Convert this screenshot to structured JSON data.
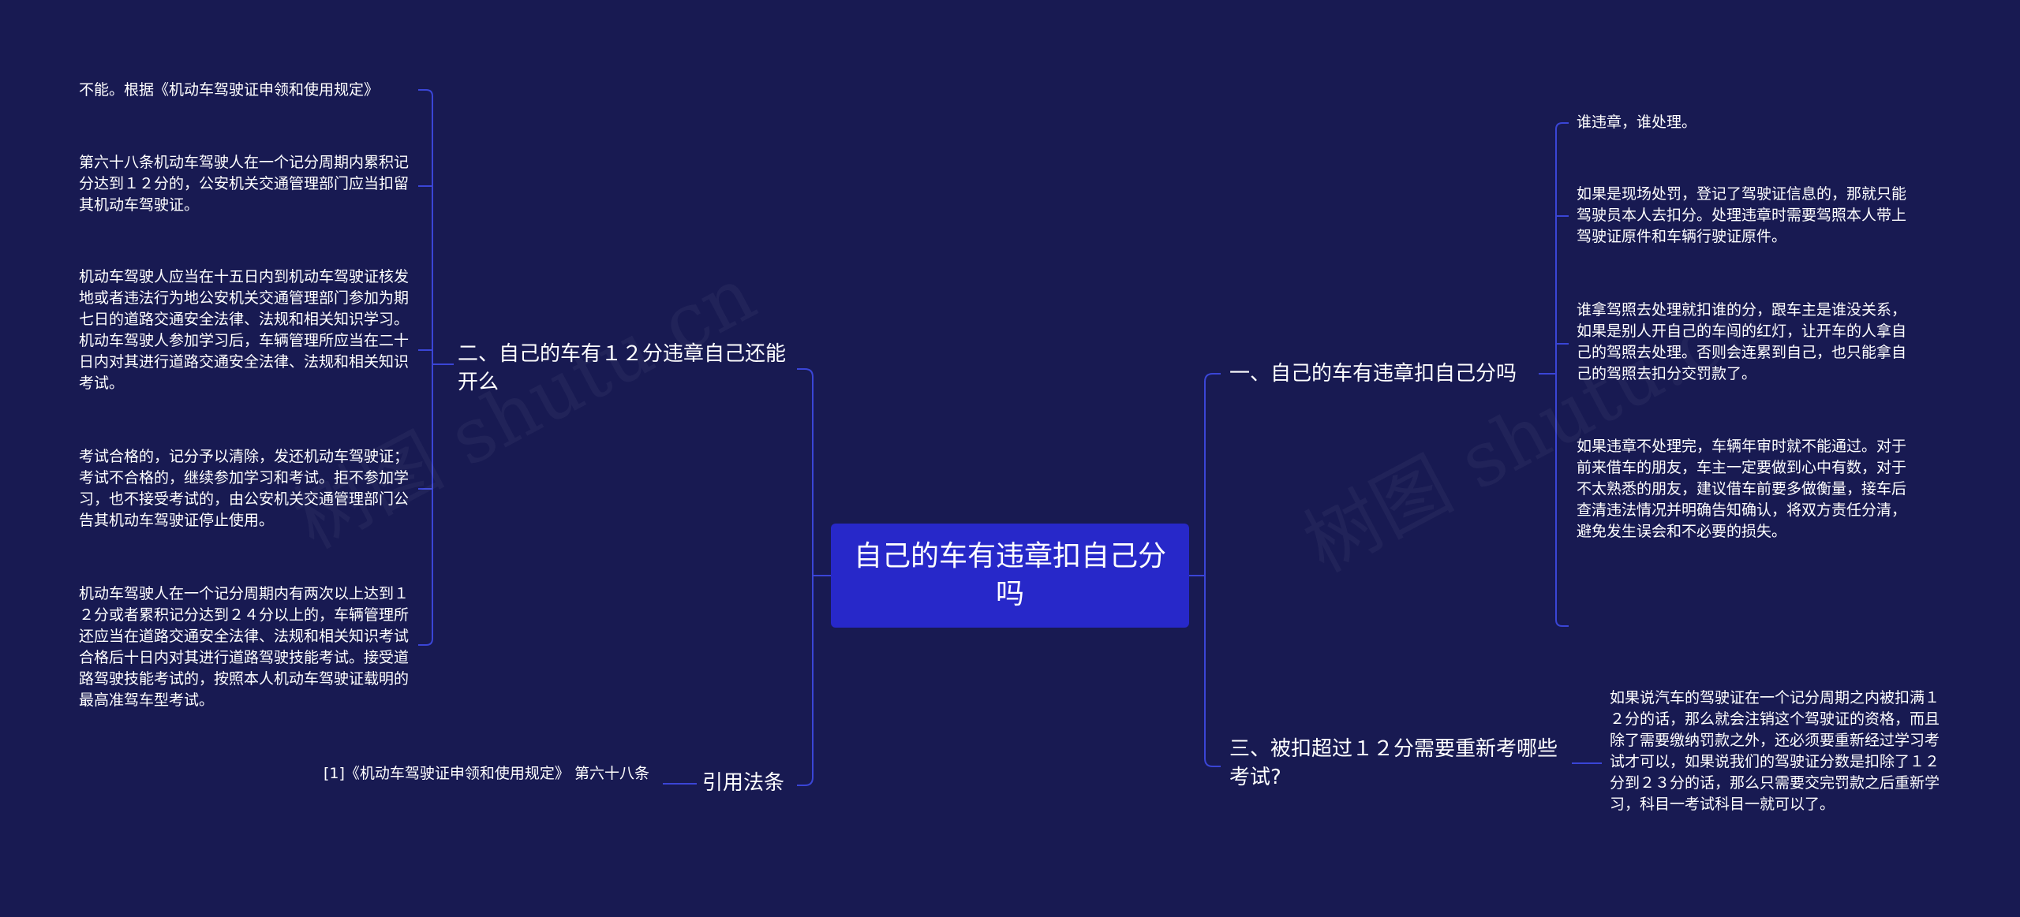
{
  "root": {
    "label": "自己的车有违章扣自己分吗"
  },
  "left": {
    "b2": {
      "label": "二、自己的车有１２分违章自己还能开么",
      "leaves": [
        "不能。根据《机动车驾驶证申领和使用规定》",
        "第六十八条机动车驾驶人在一个记分周期内累积记分达到１２分的，公安机关交通管理部门应当扣留其机动车驾驶证。",
        "机动车驾驶人应当在十五日内到机动车驾驶证核发地或者违法行为地公安机关交通管理部门参加为期七日的道路交通安全法律、法规和相关知识学习。机动车驾驶人参加学习后，车辆管理所应当在二十日内对其进行道路交通安全法律、法规和相关知识考试。",
        "考试合格的，记分予以清除，发还机动车驾驶证；考试不合格的，继续参加学习和考试。拒不参加学习，也不接受考试的，由公安机关交通管理部门公告其机动车驾驶证停止使用。",
        "机动车驾驶人在一个记分周期内有两次以上达到１２分或者累积记分达到２４分以上的，车辆管理所还应当在道路交通安全法律、法规和相关知识考试合格后十日内对其进行道路驾驶技能考试。接受道路驾驶技能考试的，按照本人机动车驾驶证载明的最高准驾车型考试。"
      ]
    },
    "ref": {
      "label": "引用法条",
      "leaves": [
        "[1]《机动车驾驶证申领和使用规定》 第六十八条"
      ]
    }
  },
  "right": {
    "b1": {
      "label": "一、自己的车有违章扣自己分吗",
      "leaves": [
        "谁违章，谁处理。",
        "如果是现场处罚，登记了驾驶证信息的，那就只能驾驶员本人去扣分。处理违章时需要驾照本人带上驾驶证原件和车辆行驶证原件。",
        "谁拿驾照去处理就扣谁的分，跟车主是谁没关系，如果是别人开自己的车闯的红灯，让开车的人拿自己的驾照去处理。否则会连累到自己，也只能拿自己的驾照去扣分交罚款了。",
        "如果违章不处理完，车辆年审时就不能通过。对于前来借车的朋友，车主一定要做到心中有数，对于不太熟悉的朋友，建议借车前要多做衡量，接车后查清违法情况并明确告知确认，将双方责任分清，避免发生误会和不必要的损失。"
      ]
    },
    "b3": {
      "label": "三、被扣超过１２分需要重新考哪些考试?",
      "leaves": [
        "如果说汽车的驾驶证在一个记分周期之内被扣满１２分的话，那么就会注销这个驾驶证的资格，而且除了需要缴纳罚款之外，还必须要重新经过学习考试才可以，如果说我们的驾驶证分数是扣除了１２分到２３分的话，那么只需要交完罚款之后重新学习，科目一考试科目一就可以了。"
      ]
    }
  },
  "watermark": {
    "text": "树图 shutu.cn"
  },
  "colors": {
    "background": "#181a52",
    "root": "#2728c9",
    "line": "#3a45d6",
    "text": "#ffffff"
  }
}
